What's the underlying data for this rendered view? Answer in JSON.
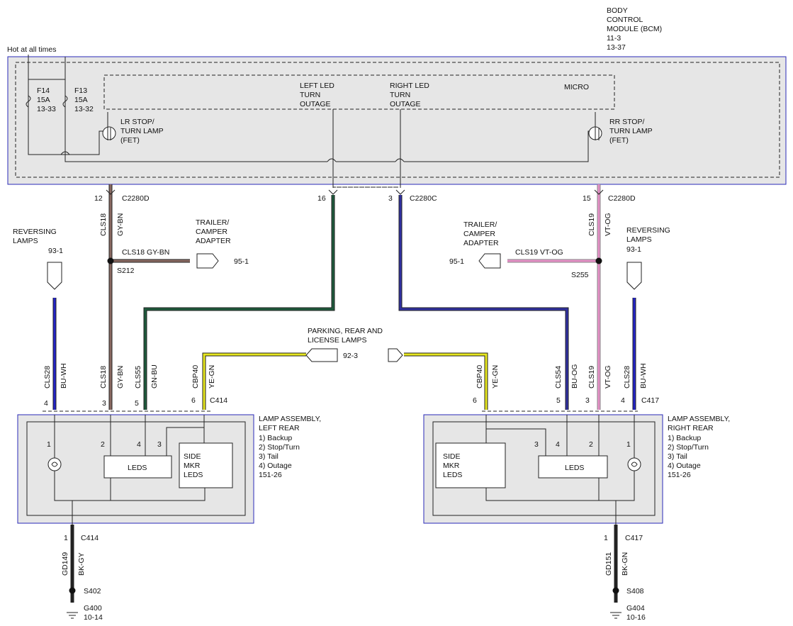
{
  "bcm": {
    "line1": "BODY",
    "line2": "CONTROL",
    "line3": "MODULE (BCM)",
    "line4": "11-3",
    "line5": "13-37"
  },
  "hot_label": "Hot at all times",
  "fuses": [
    {
      "name": "F14",
      "rating": "15A",
      "ref": "13-33"
    },
    {
      "name": "F13",
      "rating": "15A",
      "ref": "13-32"
    }
  ],
  "bcm_inner": {
    "lr_stop": [
      "LR STOP/",
      "TURN LAMP",
      "(FET)"
    ],
    "left_led": [
      "LEFT LED",
      "TURN",
      "OUTAGE"
    ],
    "right_led": [
      "RIGHT LED",
      "TURN",
      "OUTAGE"
    ],
    "micro": "MICRO",
    "rr_stop": [
      "RR STOP/",
      "TURN LAMP",
      "(FET)"
    ]
  },
  "bcm_pins": {
    "p12": "12",
    "c2280d_left": "C2280D",
    "p16": "16",
    "p3": "3",
    "c2280c": "C2280C",
    "p15": "15",
    "c2280d_right": "C2280D"
  },
  "wires": {
    "cls18": "CLS18",
    "gy_bn": "GY-BN",
    "cls19": "CLS19",
    "vt_og": "VT-OG",
    "cls28": "CLS28",
    "bu_wh": "BU-WH",
    "cls55": "CLS55",
    "gn_bu": "GN-BU",
    "cbp40": "CBP40",
    "ye_gn": "YE-GN",
    "cls54": "CLS54",
    "bu_og": "BU-OG",
    "gd149": "GD149",
    "bk_gy": "BK-GY",
    "gd151": "GD151",
    "bk_gn": "BK-GN",
    "cls18_h": "CLS18  GY-BN",
    "cls19_h": "CLS19  VT-OG"
  },
  "splices": {
    "s212": "S212",
    "s255": "S255",
    "s402": "S402",
    "s408": "S408"
  },
  "trailer": [
    "TRAILER/",
    "CAMPER",
    "ADAPTER"
  ],
  "trailer_ref": "95-1",
  "reversing": [
    "REVERSING",
    "LAMPS"
  ],
  "reversing_ref": "93-1",
  "parking": [
    "PARKING, REAR AND",
    "LICENSE LAMPS"
  ],
  "parking_ref": "92-3",
  "left_assembly": {
    "connector": "C414",
    "pins": [
      "4",
      "3",
      "5",
      "6"
    ],
    "title": [
      "LAMP ASSEMBLY,",
      "LEFT REAR"
    ],
    "legend": [
      "1) Backup",
      "2) Stop/Turn",
      "3) Tail",
      "4) Outage",
      "151-26"
    ],
    "leds": "LEDS",
    "side": [
      "SIDE",
      "MKR",
      "LEDS"
    ],
    "inner_pins": [
      "1",
      "2",
      "4",
      "3"
    ]
  },
  "right_assembly": {
    "connector": "C417",
    "pins": [
      "6",
      "5",
      "3",
      "4"
    ],
    "title": [
      "LAMP ASSEMBLY,",
      "RIGHT REAR"
    ],
    "legend": [
      "1) Backup",
      "2) Stop/Turn",
      "3) Tail",
      "4) Outage",
      "151-26"
    ],
    "leds": "LEDS",
    "side": [
      "SIDE",
      "MKR",
      "LEDS"
    ],
    "inner_pins": [
      "3",
      "4",
      "2",
      "1"
    ]
  },
  "grounds": {
    "left": {
      "pin": "1",
      "conn": "C414",
      "name": "G400",
      "ref": "10-14"
    },
    "right": {
      "pin": "1",
      "conn": "C417",
      "name": "G404",
      "ref": "10-16"
    }
  },
  "colors": {
    "gy_bn": "#8a6a62",
    "vt_og": "#e58fc6",
    "bu_wh": "#2424c8",
    "gn_bu": "#1e5a3c",
    "ye_gn": "#e6e61e",
    "bu_og": "#3030a0",
    "bk": "#222222",
    "bcm_border": "#2a2ab8",
    "panel": "#e6e6e6"
  }
}
